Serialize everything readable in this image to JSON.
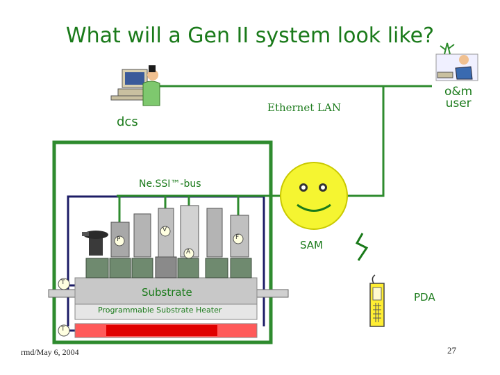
{
  "slide": {
    "title": "What will a Gen II system look like?",
    "labels": {
      "dcs": "dcs",
      "ethernet": "Ethernet LAN",
      "om_user": "o&m\nuser",
      "nessi_bus": "Ne.SSI™-bus",
      "sam": "SAM",
      "pda": "PDA",
      "substrate": "Substrate",
      "heater": "Programmable Substrate Heater",
      "footer_left": "rmd/May 6, 2004",
      "page_number": "27"
    },
    "component_tags": {
      "pressure": "P",
      "valve": "V",
      "analyzer": "A",
      "flow": "F",
      "temp_top": "T",
      "temp_bottom": "T"
    }
  },
  "colors": {
    "title_green": "#1a7a1a",
    "line_green": "#2e8b2e",
    "bus_navy": "#1c1c66",
    "smiley_yellow": "#f5f531",
    "heater_red": "#ff5a5a",
    "substrate_gray": "#c8c8c8"
  },
  "icons": [
    "computer-operator-icon",
    "om-user-icon",
    "smiley-face-icon",
    "lightning-icon",
    "pda-device-icon"
  ]
}
